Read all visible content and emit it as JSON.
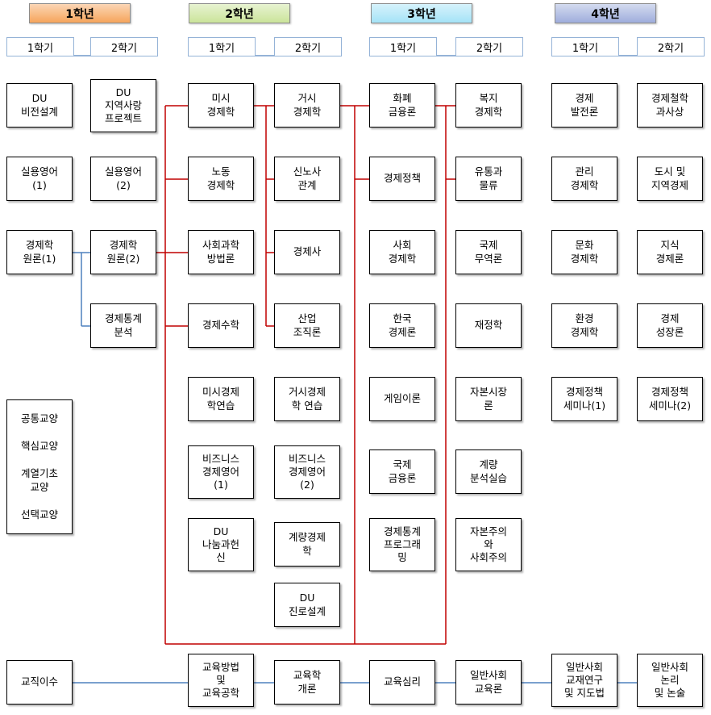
{
  "years": [
    {
      "label": "1학년",
      "color": "#F6A55C",
      "semesters": [
        "1학기",
        "2학기"
      ]
    },
    {
      "label": "2학년",
      "color": "#CBE49A",
      "semesters": [
        "1학기",
        "2학기"
      ]
    },
    {
      "label": "3학년",
      "color": "#A5E3F7",
      "semesters": [
        "1학기",
        "2학기"
      ]
    },
    {
      "label": "4학년",
      "color": "#9FAEDC",
      "semesters": [
        "1학기",
        "2학기"
      ]
    }
  ],
  "columns": [
    {
      "year": "1학년",
      "semester": "1학기",
      "courses": [
        "DU\n비전설계",
        "실용영어\n(1)",
        "경제학\n원론(1)"
      ]
    },
    {
      "year": "1학년",
      "semester": "2학기",
      "courses": [
        "DU\n지역사랑\n프로젝트",
        "실용영어\n(2)",
        "경제학\n원론(2)",
        "경제통계\n분석"
      ]
    },
    {
      "year": "2학년",
      "semester": "1학기",
      "courses": [
        "미시\n경제학",
        "노동\n경제학",
        "사회과학\n방법론",
        "경제수학",
        "미시경제\n학연습",
        "비즈니스\n경제영어\n(1)",
        "DU\n나눔과헌\n신"
      ]
    },
    {
      "year": "2학년",
      "semester": "2학기",
      "courses": [
        "거시\n경제학",
        "신노사\n관계",
        "경제사",
        "산업\n조직론",
        "거시경제\n학 연습",
        "비즈니스\n경제영어\n(2)",
        "계량경제\n학",
        "DU\n진로설계"
      ]
    },
    {
      "year": "3학년",
      "semester": "1학기",
      "courses": [
        "화폐\n금융론",
        "경제정책",
        "사회\n경제학",
        "한국\n경제론",
        "게임이론",
        "국제\n금융론",
        "경제통계\n프로그래\n밍"
      ]
    },
    {
      "year": "3학년",
      "semester": "2학기",
      "courses": [
        "복지\n경제학",
        "유통과\n물류",
        "국제\n무역론",
        "재정학",
        "자본시장\n론",
        "계량\n분석실습",
        "자본주의\n와\n사회주의"
      ]
    },
    {
      "year": "4학년",
      "semester": "1학기",
      "courses": [
        "경제\n발전론",
        "관리\n경제학",
        "문화\n경제학",
        "환경\n경제학",
        "경제정책\n세미나(1)"
      ]
    },
    {
      "year": "4학년",
      "semester": "2학기",
      "courses": [
        "경제철학\n과사상",
        "도시 및\n지역경제",
        "지식\n경제론",
        "경제\n성장론",
        "경제정책\n세미나(2)"
      ]
    }
  ],
  "general_education": [
    "공통교양",
    "핵심교양",
    "계열기초\n교양",
    "선택교양"
  ],
  "teaching_track": [
    "교직이수",
    "교육방법\n및\n교육공학",
    "교육학\n개론",
    "교육심리",
    "일반사회\n교육론",
    "일반사회\n교재연구\n및 지도법",
    "일반사회\n논리\n및 논술"
  ],
  "colors": {
    "prerequisite_line": "#C00000",
    "link_line": "#4F81BD"
  }
}
